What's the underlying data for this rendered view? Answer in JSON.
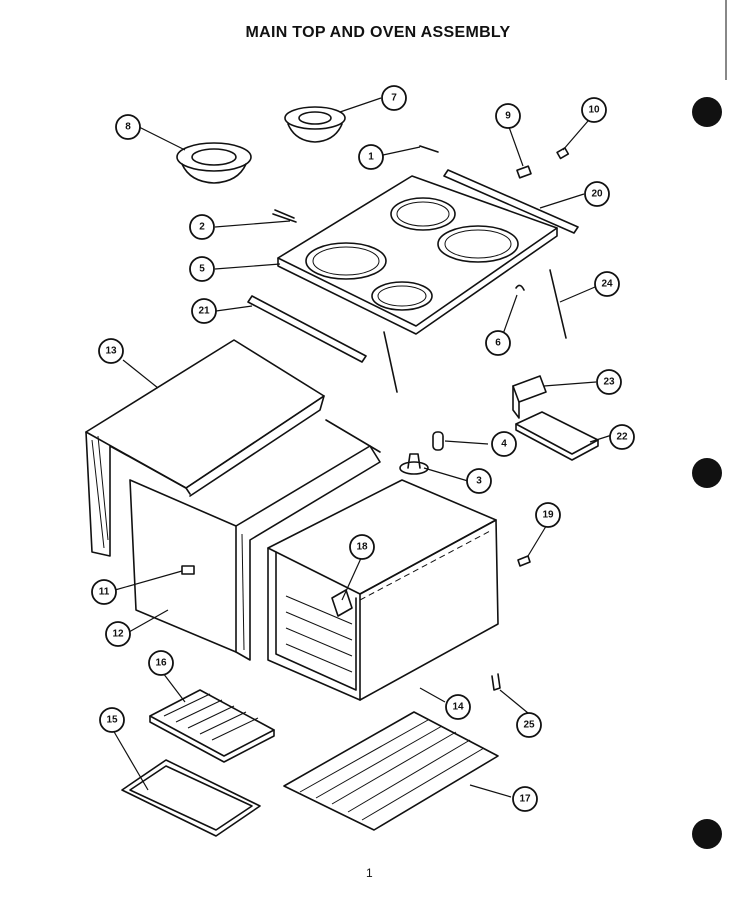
{
  "title": "MAIN TOP AND OVEN ASSEMBLY",
  "page_number": "1",
  "callouts": [
    {
      "label": "1"
    },
    {
      "label": "2"
    },
    {
      "label": "3"
    },
    {
      "label": "4"
    },
    {
      "label": "5"
    },
    {
      "label": "6"
    },
    {
      "label": "7"
    },
    {
      "label": "8"
    },
    {
      "label": "9"
    },
    {
      "label": "10"
    },
    {
      "label": "11"
    },
    {
      "label": "12"
    },
    {
      "label": "13"
    },
    {
      "label": "14"
    },
    {
      "label": "15"
    },
    {
      "label": "16"
    },
    {
      "label": "17"
    },
    {
      "label": "18"
    },
    {
      "label": "19"
    },
    {
      "label": "20"
    },
    {
      "label": "21"
    },
    {
      "label": "22"
    },
    {
      "label": "23"
    },
    {
      "label": "24"
    },
    {
      "label": "25"
    }
  ]
}
